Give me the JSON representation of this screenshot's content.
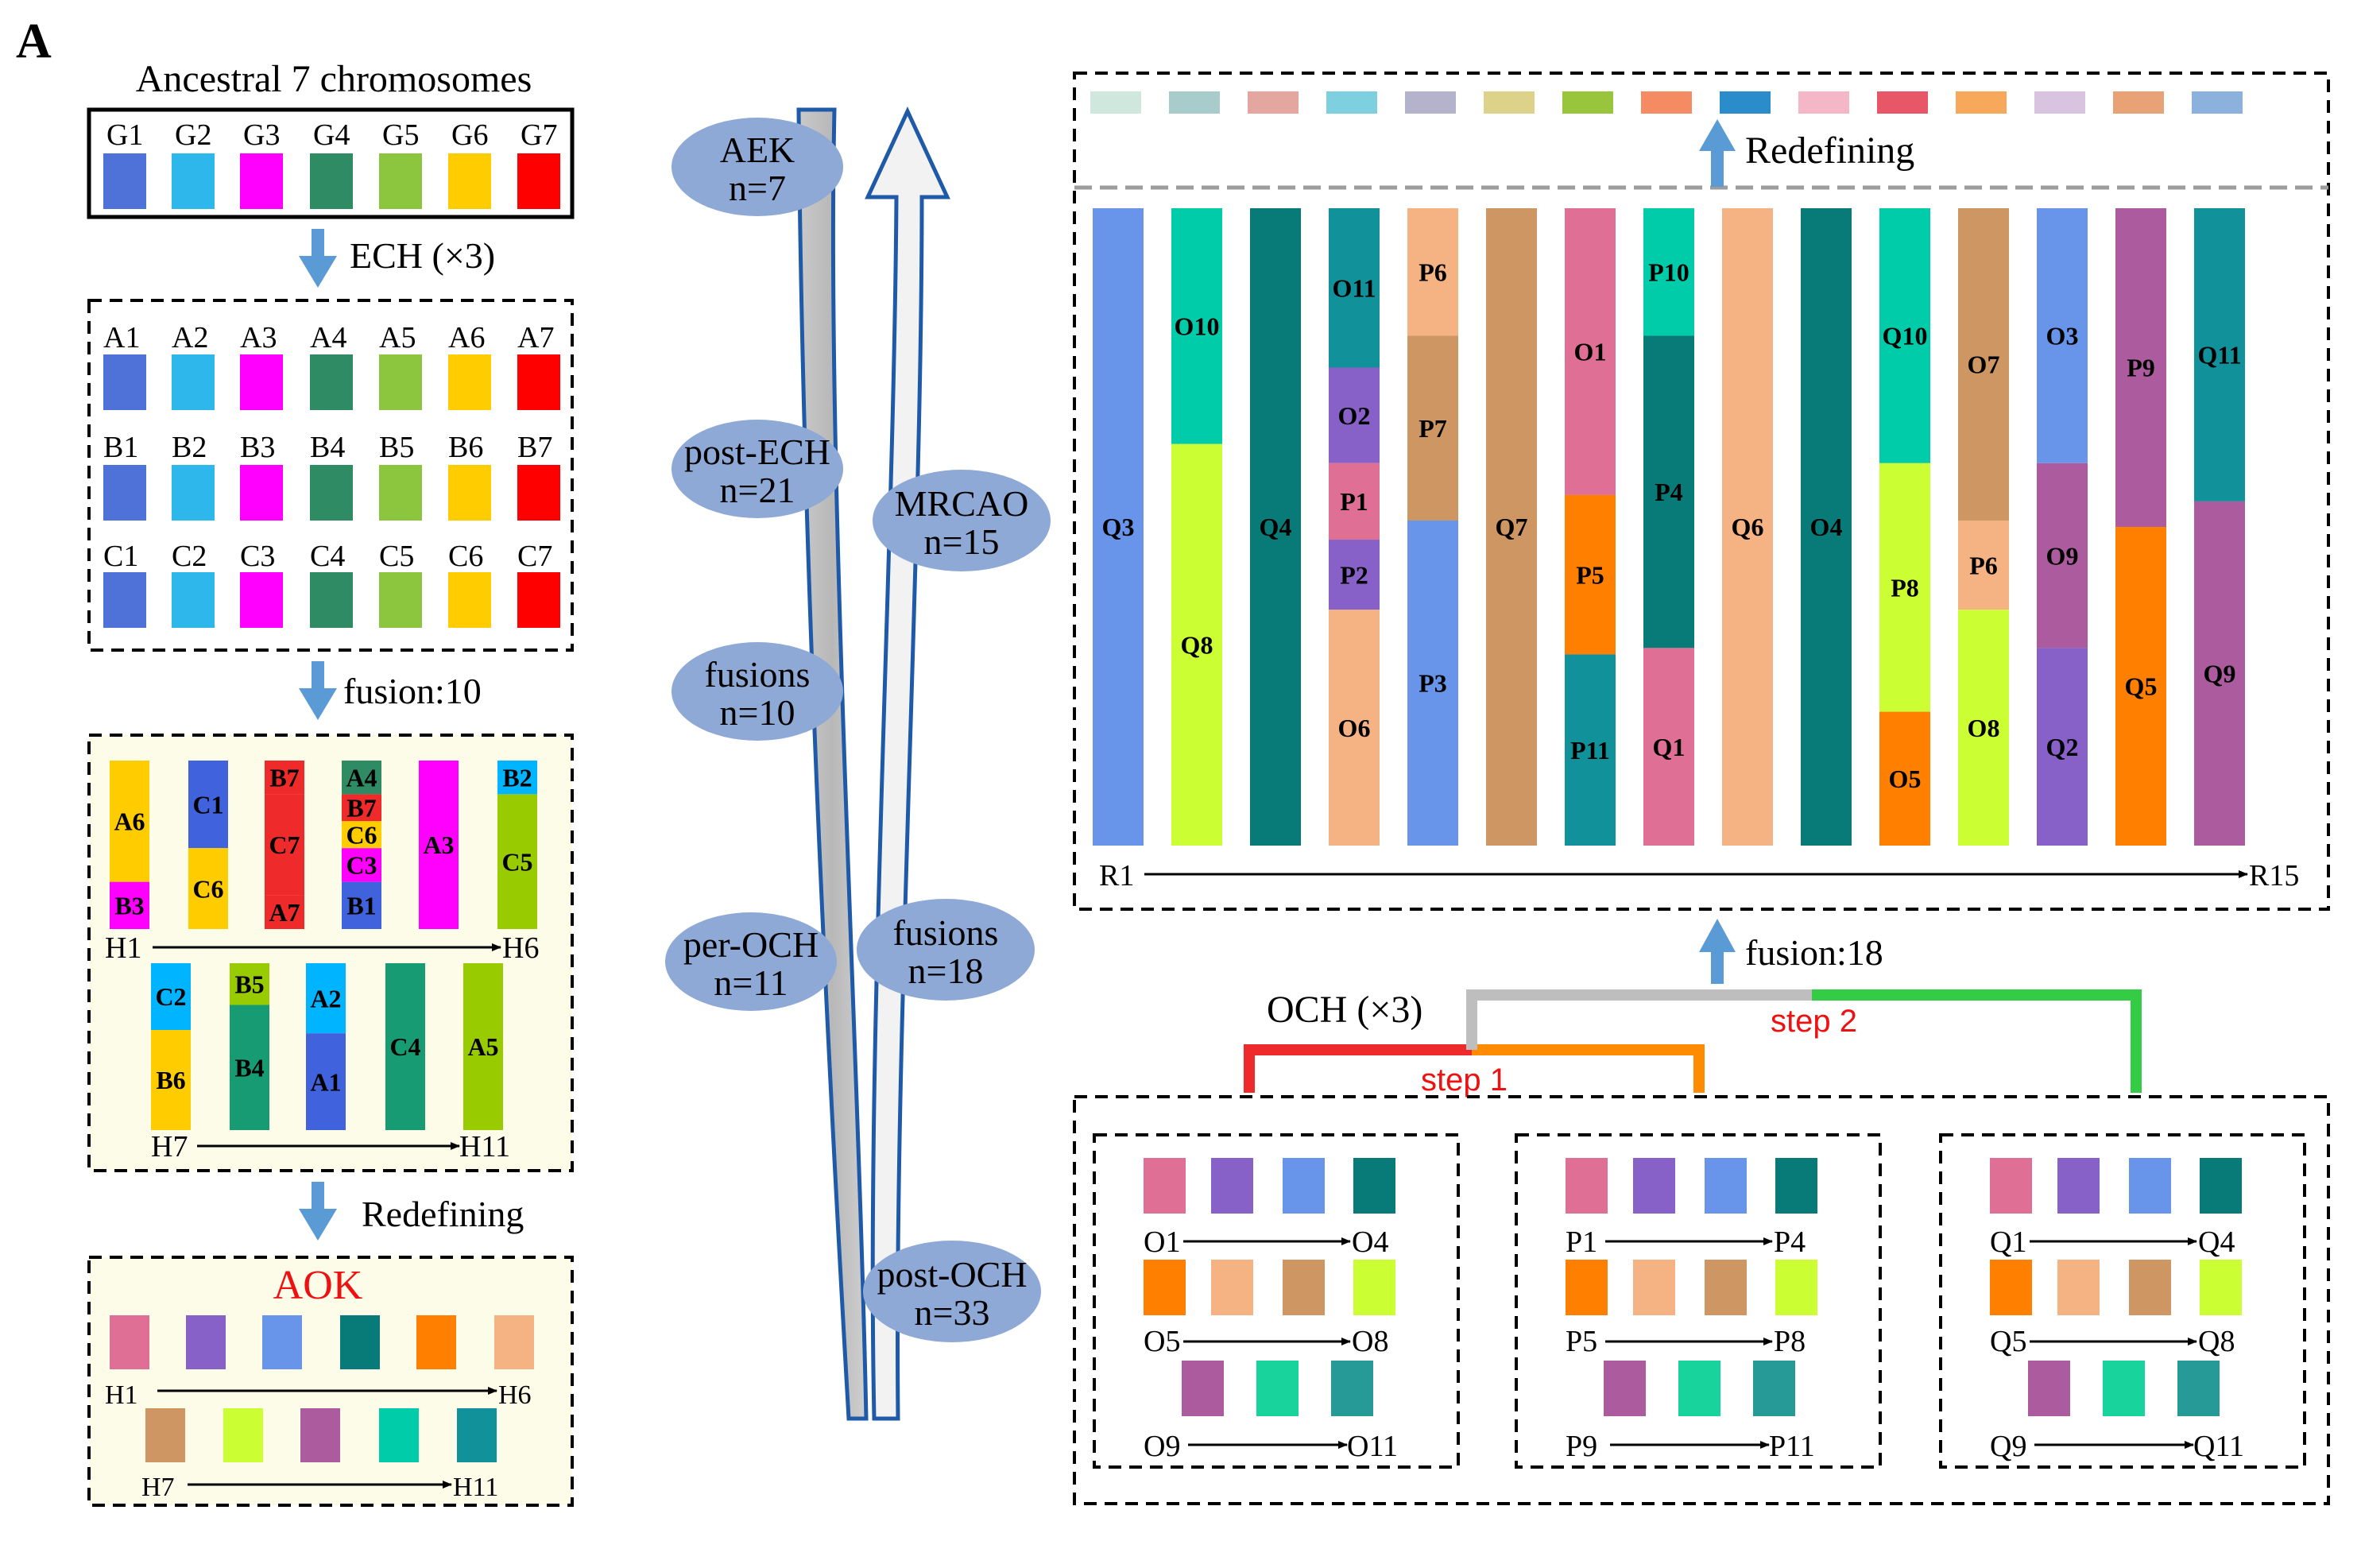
{
  "panel_letter": "A",
  "colors": {
    "G1": "#4f72d8",
    "G2": "#2eb7ea",
    "G3": "#ff00ff",
    "G4": "#2e8b63",
    "G5": "#8cc63f",
    "G6": "#ffcc00",
    "G7": "#ff0000",
    "s1": "#df6f95",
    "s2": "#8760c8",
    "s3": "#6895ea",
    "s4": "#087b78",
    "s5": "#ff7f00",
    "s6": "#f5b283",
    "s7": "#cd9663",
    "s8": "#ccff33",
    "s9": "#ab5b9e",
    "s10": "#00ccaa",
    "s11": "#11919a",
    "p9": "#ab5b9e",
    "p10": "#18d49c",
    "p11": "#259a97",
    "h_A6": "#ffcc00",
    "h_B3": "#ff00ff",
    "h_C1": "#4062dc",
    "h_C6": "#ffcc00",
    "h_B7": "#ee2a2a",
    "h_C7": "#ee2a2a",
    "h_A7": "#ee2a2a",
    "h_A4": "#2e8b63",
    "h_B7b": "#ee2a2a",
    "h_C6b": "#ffcc00",
    "h_C3": "#ff00ff",
    "h_B1": "#4062dc",
    "h_A3": "#ff00ff",
    "h_B2": "#00b4ff",
    "h_C5": "#99cc00",
    "h_C2": "#00b4ff",
    "h_B6": "#ffcc00",
    "h_B5": "#99cc00",
    "h_B4": "#169b72",
    "h_A2": "#00b4ff",
    "h_A1": "#4062dc",
    "h_C4": "#169b72",
    "h_A5": "#99cc00",
    "aok_bg": "#fcfce8",
    "lane_left": "#8fa9d6",
    "lane_ellipse": "#8fa9d6",
    "step1": "#ee2a2a",
    "step1b": "#ff8c00",
    "step2_grey": "#bebebe",
    "step2_green": "#33cc44"
  },
  "left": {
    "ancestral_title": "Ancestral 7 chromosomes",
    "g_labels": [
      "G1",
      "G2",
      "G3",
      "G4",
      "G5",
      "G6",
      "G7"
    ],
    "ech_label": "ECH (×3)",
    "a_labels": [
      "A1",
      "A2",
      "A3",
      "A4",
      "A5",
      "A6",
      "A7"
    ],
    "b_labels": [
      "B1",
      "B2",
      "B3",
      "B4",
      "B5",
      "B6",
      "B7"
    ],
    "c_labels": [
      "C1",
      "C2",
      "C3",
      "C4",
      "C5",
      "C6",
      "C7"
    ],
    "fusion_label": "fusion:10",
    "h_row1_start": "H1",
    "h_row1_end": "H6",
    "h_row2_start": "H7",
    "h_row2_end": "H11",
    "redefining_label": "Redefining",
    "aok_title": "AOK",
    "aok_row1_start": "H1",
    "aok_row1_end": "H6",
    "aok_row2_start": "H7",
    "aok_row2_end": "H11",
    "fusion_chroms_row1": [
      [
        {
          "label": "A6",
          "color": "h_A6",
          "frac": 0.72
        },
        {
          "label": "B3",
          "color": "h_B3",
          "frac": 0.28
        }
      ],
      [
        {
          "label": "C1",
          "color": "h_C1",
          "frac": 0.52
        },
        {
          "label": "C6",
          "color": "h_C6",
          "frac": 0.48
        }
      ],
      [
        {
          "label": "B7",
          "color": "h_B7",
          "frac": 0.2
        },
        {
          "label": "C7",
          "color": "h_C7",
          "frac": 0.6
        },
        {
          "label": "A7",
          "color": "h_A7",
          "frac": 0.2
        }
      ],
      [
        {
          "label": "A4",
          "color": "h_A4",
          "frac": 0.2
        },
        {
          "label": "B7",
          "color": "h_B7b",
          "frac": 0.16
        },
        {
          "label": "C6",
          "color": "h_C6b",
          "frac": 0.16
        },
        {
          "label": "C3",
          "color": "h_C3",
          "frac": 0.2
        },
        {
          "label": "B1",
          "color": "h_B1",
          "frac": 0.28
        }
      ],
      [
        {
          "label": "A3",
          "color": "h_A3",
          "frac": 1.0
        }
      ],
      [
        {
          "label": "B2",
          "color": "h_B2",
          "frac": 0.2
        },
        {
          "label": "C5",
          "color": "h_C5",
          "frac": 0.8
        }
      ]
    ],
    "fusion_chroms_row2": [
      [
        {
          "label": "C2",
          "color": "h_C2",
          "frac": 0.4
        },
        {
          "label": "B6",
          "color": "h_B6",
          "frac": 0.6
        }
      ],
      [
        {
          "label": "B5",
          "color": "h_B5",
          "frac": 0.25
        },
        {
          "label": "B4",
          "color": "h_B4",
          "frac": 0.75
        }
      ],
      [
        {
          "label": "A2",
          "color": "h_A2",
          "frac": 0.42
        },
        {
          "label": "A1",
          "color": "h_A1",
          "frac": 0.58
        }
      ],
      [
        {
          "label": "C4",
          "color": "h_C4",
          "frac": 1.0
        }
      ],
      [
        {
          "label": "A5",
          "color": "h_A5",
          "frac": 1.0
        }
      ]
    ]
  },
  "middle": {
    "left_stages": [
      {
        "name": "AEK",
        "n": "n=7"
      },
      {
        "name": "post-ECH",
        "n": "n=21"
      },
      {
        "name": "fusions",
        "n": "n=10"
      },
      {
        "name": "per-OCH",
        "n": "n=11"
      }
    ],
    "right_stages": [
      {
        "name": "MRCAO",
        "n": "n=15"
      },
      {
        "name": "fusions",
        "n": "n=18"
      },
      {
        "name": "post-OCH",
        "n": "n=33"
      }
    ]
  },
  "right": {
    "top_swatches": [
      "#cfe7dd",
      "#a8cbcb",
      "#e3a79f",
      "#7ecfdf",
      "#b5b3cb",
      "#dcd28a",
      "#98c53c",
      "#f58b63",
      "#2b8ccb",
      "#f3b7c7",
      "#e85767",
      "#f7a85a",
      "#d8c3e0",
      "#e9a176",
      "#8cb1dc"
    ],
    "redefining_label": "Redefining",
    "r_start": "R1",
    "r_end": "R15",
    "fusion18_label": "fusion:18",
    "och_label": "OCH (×3)",
    "step1_label": "step 1",
    "step2_label": "step 2",
    "r_chroms": [
      [
        {
          "label": "Q3",
          "color": "s3",
          "frac": 1.0
        }
      ],
      [
        {
          "label": "O10",
          "color": "s10",
          "frac": 0.37
        },
        {
          "label": "Q8",
          "color": "s8",
          "frac": 0.63
        }
      ],
      [
        {
          "label": "Q4",
          "color": "s4",
          "frac": 1.0
        }
      ],
      [
        {
          "label": "O11",
          "color": "s11",
          "frac": 0.25
        },
        {
          "label": "O2",
          "color": "s2",
          "frac": 0.15
        },
        {
          "label": "P1",
          "color": "s1",
          "frac": 0.12
        },
        {
          "label": "P2",
          "color": "s2",
          "frac": 0.11
        },
        {
          "label": "O6",
          "color": "s6",
          "frac": 0.37
        }
      ],
      [
        {
          "label": "P6",
          "color": "s6",
          "frac": 0.2
        },
        {
          "label": "P7",
          "color": "s7",
          "frac": 0.29
        },
        {
          "label": "P3",
          "color": "s3",
          "frac": 0.51
        }
      ],
      [
        {
          "label": "Q7",
          "color": "s7",
          "frac": 1.0
        }
      ],
      [
        {
          "label": "O1",
          "color": "s1",
          "frac": 0.45
        },
        {
          "label": "P5",
          "color": "s5",
          "frac": 0.25
        },
        {
          "label": "P11",
          "color": "s11",
          "frac": 0.3
        }
      ],
      [
        {
          "label": "P10",
          "color": "s10",
          "frac": 0.2
        },
        {
          "label": "P4",
          "color": "s4",
          "frac": 0.49
        },
        {
          "label": "Q1",
          "color": "s1",
          "frac": 0.31
        }
      ],
      [
        {
          "label": "Q6",
          "color": "s6",
          "frac": 1.0
        }
      ],
      [
        {
          "label": "O4",
          "color": "s4",
          "frac": 1.0
        }
      ],
      [
        {
          "label": "Q10",
          "color": "s10",
          "frac": 0.4
        },
        {
          "label": "P8",
          "color": "s8",
          "frac": 0.39
        },
        {
          "label": "O5",
          "color": "s5",
          "frac": 0.21
        }
      ],
      [
        {
          "label": "O7",
          "color": "s7",
          "frac": 0.49
        },
        {
          "label": "P6",
          "color": "s6",
          "frac": 0.14
        },
        {
          "label": "O8",
          "color": "s8",
          "frac": 0.37
        }
      ],
      [
        {
          "label": "O3",
          "color": "s3",
          "frac": 0.4
        },
        {
          "label": "O9",
          "color": "s9",
          "frac": 0.29
        },
        {
          "label": "Q2",
          "color": "s2",
          "frac": 0.31
        }
      ],
      [
        {
          "label": "P9",
          "color": "s9",
          "frac": 0.5
        },
        {
          "label": "Q5",
          "color": "s5",
          "frac": 0.5
        }
      ],
      [
        {
          "label": "Q11",
          "color": "s11",
          "frac": 0.46
        },
        {
          "label": "Q9",
          "color": "s9",
          "frac": 0.54
        }
      ]
    ],
    "och_groups": [
      {
        "prefix": "O",
        "row1_start": "O1",
        "row1_end": "O4",
        "row2_start": "O5",
        "row2_end": "O8",
        "row3_start": "O9",
        "row3_end": "O11"
      },
      {
        "prefix": "P",
        "row1_start": "P1",
        "row1_end": "P4",
        "row2_start": "P5",
        "row2_end": "P8",
        "row3_start": "P9",
        "row3_end": "P11"
      },
      {
        "prefix": "Q",
        "row1_start": "Q1",
        "row1_end": "Q4",
        "row2_start": "Q5",
        "row2_end": "Q8",
        "row3_start": "Q9",
        "row3_end": "Q11"
      }
    ]
  }
}
